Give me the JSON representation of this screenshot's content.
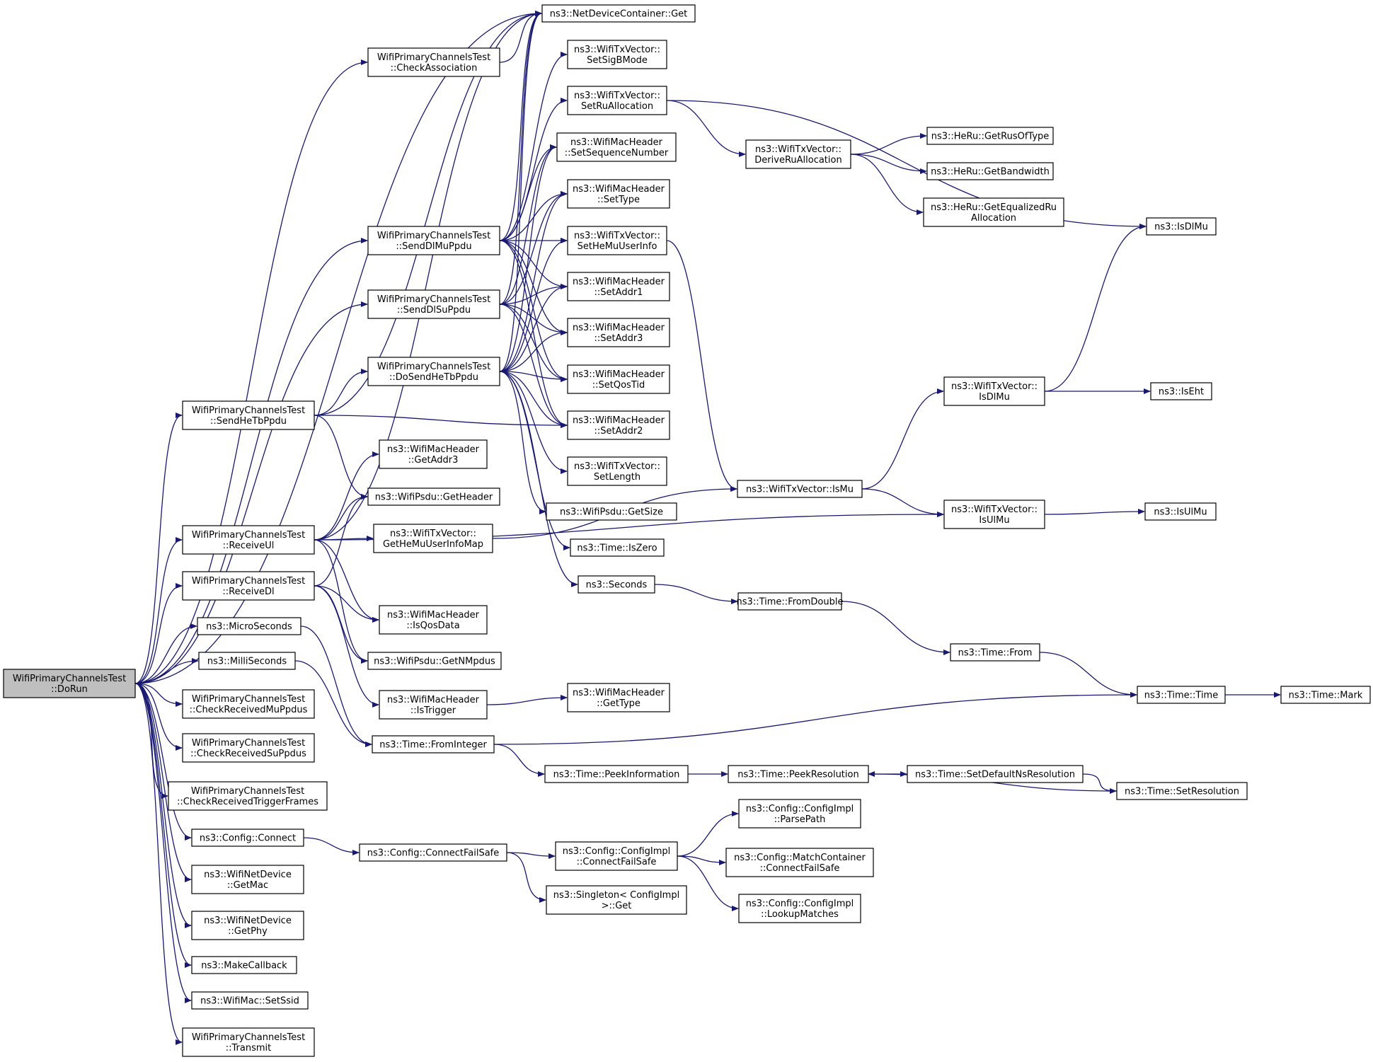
{
  "diagram": {
    "type": "call-graph",
    "colors": {
      "edge": "#191970",
      "node_border": "#000000",
      "root_fill": "#bfbfbf",
      "node_fill": "#ffffff"
    },
    "nodes": [
      {
        "id": "doRun",
        "label": [
          "WifiPrimaryChannelsTest",
          "::DoRun"
        ],
        "root": true
      },
      {
        "id": "ndcGet",
        "label": [
          "ns3::NetDeviceContainer::Get"
        ]
      },
      {
        "id": "checkAssoc",
        "label": [
          "WifiPrimaryChannelsTest",
          "::CheckAssociation"
        ]
      },
      {
        "id": "setSigB",
        "label": [
          "ns3::WifiTxVector::",
          "SetSigBMode"
        ]
      },
      {
        "id": "setRuAlloc",
        "label": [
          "ns3::WifiTxVector::",
          "SetRuAllocation"
        ]
      },
      {
        "id": "setSeq",
        "label": [
          "ns3::WifiMacHeader",
          "::SetSequenceNumber"
        ]
      },
      {
        "id": "deriveRu",
        "label": [
          "ns3::WifiTxVector::",
          "DeriveRuAllocation"
        ]
      },
      {
        "id": "getRusOfType",
        "label": [
          "ns3::HeRu::GetRusOfType"
        ]
      },
      {
        "id": "getBandwidth",
        "label": [
          "ns3::HeRu::GetBandwidth"
        ]
      },
      {
        "id": "getEqRu",
        "label": [
          "ns3::HeRu::GetEqualizedRu",
          "Allocation"
        ]
      },
      {
        "id": "setType",
        "label": [
          "ns3::WifiMacHeader",
          "::SetType"
        ]
      },
      {
        "id": "sendDlMu",
        "label": [
          "WifiPrimaryChannelsTest",
          "::SendDlMuPpdu"
        ]
      },
      {
        "id": "setHeMuUser",
        "label": [
          "ns3::WifiTxVector::",
          "SetHeMuUserInfo"
        ]
      },
      {
        "id": "isDlMuFree",
        "label": [
          "ns3::IsDlMu"
        ]
      },
      {
        "id": "setAddr1",
        "label": [
          "ns3::WifiMacHeader",
          "::SetAddr1"
        ]
      },
      {
        "id": "sendDlSu",
        "label": [
          "WifiPrimaryChannelsTest",
          "::SendDlSuPpdu"
        ]
      },
      {
        "id": "setAddr3",
        "label": [
          "ns3::WifiMacHeader",
          "::SetAddr3"
        ]
      },
      {
        "id": "doSendHeTb",
        "label": [
          "WifiPrimaryChannelsTest",
          "::DoSendHeTbPpdu"
        ]
      },
      {
        "id": "setQosTid",
        "label": [
          "ns3::WifiMacHeader",
          "::SetQosTid"
        ]
      },
      {
        "id": "txIsDlMu",
        "label": [
          "ns3::WifiTxVector::",
          "IsDlMu"
        ]
      },
      {
        "id": "isEht",
        "label": [
          "ns3::IsEht"
        ]
      },
      {
        "id": "sendHeTb",
        "label": [
          "WifiPrimaryChannelsTest",
          "::SendHeTbPpdu"
        ]
      },
      {
        "id": "setAddr2",
        "label": [
          "ns3::WifiMacHeader",
          "::SetAddr2"
        ]
      },
      {
        "id": "getAddr3",
        "label": [
          "ns3::WifiMacHeader",
          "::GetAddr3"
        ]
      },
      {
        "id": "setLength",
        "label": [
          "ns3::WifiTxVector::",
          "SetLength"
        ]
      },
      {
        "id": "isMu",
        "label": [
          "ns3::WifiTxVector::IsMu"
        ]
      },
      {
        "id": "psduGetHeader",
        "label": [
          "ns3::WifiPsdu::GetHeader"
        ]
      },
      {
        "id": "psduGetSize",
        "label": [
          "ns3::WifiPsdu::GetSize"
        ]
      },
      {
        "id": "txIsUlMu",
        "label": [
          "ns3::WifiTxVector::",
          "IsUlMu"
        ]
      },
      {
        "id": "isUlMu",
        "label": [
          "ns3::IsUlMu"
        ]
      },
      {
        "id": "receiveUl",
        "label": [
          "WifiPrimaryChannelsTest",
          "::ReceiveUl"
        ]
      },
      {
        "id": "getHeMuMap",
        "label": [
          "ns3::WifiTxVector::",
          "GetHeMuUserInfoMap"
        ]
      },
      {
        "id": "isZero",
        "label": [
          "ns3::Time::IsZero"
        ]
      },
      {
        "id": "receiveDl",
        "label": [
          "WifiPrimaryChannelsTest",
          "::ReceiveDl"
        ]
      },
      {
        "id": "seconds",
        "label": [
          "ns3::Seconds"
        ]
      },
      {
        "id": "fromDouble",
        "label": [
          "ns3::Time::FromDouble"
        ]
      },
      {
        "id": "isQosData",
        "label": [
          "ns3::WifiMacHeader",
          "::IsQosData"
        ]
      },
      {
        "id": "microSeconds",
        "label": [
          "ns3::MicroSeconds"
        ]
      },
      {
        "id": "timeFrom",
        "label": [
          "ns3::Time::From"
        ]
      },
      {
        "id": "getNMpdus",
        "label": [
          "ns3::WifiPsdu::GetNMpdus"
        ]
      },
      {
        "id": "milliSeconds",
        "label": [
          "ns3::MilliSeconds"
        ]
      },
      {
        "id": "isTrigger",
        "label": [
          "ns3::WifiMacHeader",
          "::IsTrigger"
        ]
      },
      {
        "id": "getType",
        "label": [
          "ns3::WifiMacHeader",
          "::GetType"
        ]
      },
      {
        "id": "timeTime",
        "label": [
          "ns3::Time::Time"
        ]
      },
      {
        "id": "timeMark",
        "label": [
          "ns3::Time::Mark"
        ]
      },
      {
        "id": "checkRxMu",
        "label": [
          "WifiPrimaryChannelsTest",
          "::CheckReceivedMuPpdus"
        ]
      },
      {
        "id": "fromInteger",
        "label": [
          "ns3::Time::FromInteger"
        ]
      },
      {
        "id": "checkRxSu",
        "label": [
          "WifiPrimaryChannelsTest",
          "::CheckReceivedSuPpdus"
        ]
      },
      {
        "id": "peekInfo",
        "label": [
          "ns3::Time::PeekInformation"
        ]
      },
      {
        "id": "peekRes",
        "label": [
          "ns3::Time::PeekResolution"
        ]
      },
      {
        "id": "setDefNs",
        "label": [
          "ns3::Time::SetDefaultNsResolution"
        ]
      },
      {
        "id": "setRes",
        "label": [
          "ns3::Time::SetResolution"
        ]
      },
      {
        "id": "checkRxTrig",
        "label": [
          "WifiPrimaryChannelsTest",
          "::CheckReceivedTriggerFrames"
        ]
      },
      {
        "id": "parsePath",
        "label": [
          "ns3::Config::ConfigImpl",
          "::ParsePath"
        ]
      },
      {
        "id": "cfgConnect",
        "label": [
          "ns3::Config::Connect"
        ]
      },
      {
        "id": "cfgConnectFS",
        "label": [
          "ns3::Config::ConnectFailSafe"
        ]
      },
      {
        "id": "implConnectFS",
        "label": [
          "ns3::Config::ConfigImpl",
          "::ConnectFailSafe"
        ]
      },
      {
        "id": "matchConnectFS",
        "label": [
          "ns3::Config::MatchContainer",
          "::ConnectFailSafe"
        ]
      },
      {
        "id": "getMac",
        "label": [
          "ns3::WifiNetDevice",
          "::GetMac"
        ]
      },
      {
        "id": "singletonGet",
        "label": [
          "ns3::Singleton< ConfigImpl",
          ">::Get"
        ]
      },
      {
        "id": "lookupMatches",
        "label": [
          "ns3::Config::ConfigImpl",
          "::LookupMatches"
        ]
      },
      {
        "id": "getPhy",
        "label": [
          "ns3::WifiNetDevice",
          "::GetPhy"
        ]
      },
      {
        "id": "makeCallback",
        "label": [
          "ns3::MakeCallback"
        ]
      },
      {
        "id": "setSsid",
        "label": [
          "ns3::WifiMac::SetSsid"
        ]
      },
      {
        "id": "transmit",
        "label": [
          "WifiPrimaryChannelsTest",
          "::Transmit"
        ]
      }
    ],
    "edges": [
      [
        "doRun",
        "ndcGet"
      ],
      [
        "doRun",
        "checkAssoc"
      ],
      [
        "doRun",
        "sendDlMu"
      ],
      [
        "doRun",
        "sendDlSu"
      ],
      [
        "doRun",
        "sendHeTb"
      ],
      [
        "doRun",
        "receiveUl"
      ],
      [
        "doRun",
        "receiveDl"
      ],
      [
        "doRun",
        "microSeconds"
      ],
      [
        "doRun",
        "milliSeconds"
      ],
      [
        "doRun",
        "checkRxMu"
      ],
      [
        "doRun",
        "checkRxSu"
      ],
      [
        "doRun",
        "checkRxTrig"
      ],
      [
        "doRun",
        "cfgConnect"
      ],
      [
        "doRun",
        "getMac"
      ],
      [
        "doRun",
        "getPhy"
      ],
      [
        "doRun",
        "makeCallback"
      ],
      [
        "doRun",
        "setSsid"
      ],
      [
        "doRun",
        "transmit"
      ],
      [
        "checkAssoc",
        "ndcGet"
      ],
      [
        "sendDlMu",
        "ndcGet"
      ],
      [
        "sendDlMu",
        "setSigB"
      ],
      [
        "sendDlMu",
        "setRuAlloc"
      ],
      [
        "sendDlMu",
        "setSeq"
      ],
      [
        "sendDlMu",
        "setType"
      ],
      [
        "sendDlMu",
        "setHeMuUser"
      ],
      [
        "sendDlMu",
        "setAddr1"
      ],
      [
        "sendDlMu",
        "setAddr3"
      ],
      [
        "sendDlMu",
        "setQosTid"
      ],
      [
        "sendDlMu",
        "setAddr2"
      ],
      [
        "sendDlSu",
        "ndcGet"
      ],
      [
        "sendDlSu",
        "setSeq"
      ],
      [
        "sendDlSu",
        "setType"
      ],
      [
        "sendDlSu",
        "setAddr1"
      ],
      [
        "sendDlSu",
        "setAddr3"
      ],
      [
        "sendDlSu",
        "setQosTid"
      ],
      [
        "sendDlSu",
        "setAddr2"
      ],
      [
        "doSendHeTb",
        "ndcGet"
      ],
      [
        "doSendHeTb",
        "setSeq"
      ],
      [
        "doSendHeTb",
        "setType"
      ],
      [
        "doSendHeTb",
        "setHeMuUser"
      ],
      [
        "doSendHeTb",
        "setAddr1"
      ],
      [
        "doSendHeTb",
        "setAddr3"
      ],
      [
        "doSendHeTb",
        "setQosTid"
      ],
      [
        "doSendHeTb",
        "setAddr2"
      ],
      [
        "doSendHeTb",
        "setLength"
      ],
      [
        "doSendHeTb",
        "psduGetSize"
      ],
      [
        "doSendHeTb",
        "isZero"
      ],
      [
        "doSendHeTb",
        "seconds"
      ],
      [
        "sendHeTb",
        "ndcGet"
      ],
      [
        "sendHeTb",
        "doSendHeTb"
      ],
      [
        "sendHeTb",
        "setAddr2"
      ],
      [
        "sendHeTb",
        "psduGetHeader"
      ],
      [
        "setRuAlloc",
        "deriveRu"
      ],
      [
        "setRuAlloc",
        "isDlMuFree"
      ],
      [
        "deriveRu",
        "getRusOfType"
      ],
      [
        "deriveRu",
        "getBandwidth"
      ],
      [
        "deriveRu",
        "getEqRu"
      ],
      [
        "setHeMuUser",
        "isMu"
      ],
      [
        "isMu",
        "txIsDlMu"
      ],
      [
        "isMu",
        "txIsUlMu"
      ],
      [
        "txIsDlMu",
        "isDlMuFree"
      ],
      [
        "txIsDlMu",
        "isEht"
      ],
      [
        "txIsUlMu",
        "isUlMu"
      ],
      [
        "receiveUl",
        "ndcGet"
      ],
      [
        "receiveUl",
        "getAddr3"
      ],
      [
        "receiveUl",
        "psduGetHeader"
      ],
      [
        "receiveUl",
        "getHeMuMap"
      ],
      [
        "receiveUl",
        "isQosData"
      ],
      [
        "receiveUl",
        "getNMpdus"
      ],
      [
        "receiveUl",
        "txIsUlMu"
      ],
      [
        "getHeMuMap",
        "isMu"
      ],
      [
        "receiveDl",
        "psduGetHeader"
      ],
      [
        "receiveDl",
        "isQosData"
      ],
      [
        "receiveDl",
        "getNMpdus"
      ],
      [
        "receiveDl",
        "isTrigger"
      ],
      [
        "isTrigger",
        "getType"
      ],
      [
        "seconds",
        "fromDouble"
      ],
      [
        "fromDouble",
        "timeFrom"
      ],
      [
        "timeFrom",
        "timeTime"
      ],
      [
        "microSeconds",
        "fromInteger"
      ],
      [
        "milliSeconds",
        "fromInteger"
      ],
      [
        "fromInteger",
        "timeTime"
      ],
      [
        "fromInteger",
        "peekInfo"
      ],
      [
        "timeTime",
        "timeMark"
      ],
      [
        "peekInfo",
        "peekRes"
      ],
      [
        "peekRes",
        "setDefNs"
      ],
      [
        "setDefNs",
        "setRes"
      ],
      [
        "setRes",
        "peekRes"
      ],
      [
        "cfgConnect",
        "cfgConnectFS"
      ],
      [
        "cfgConnectFS",
        "implConnectFS"
      ],
      [
        "cfgConnectFS",
        "singletonGet"
      ],
      [
        "implConnectFS",
        "parsePath"
      ],
      [
        "implConnectFS",
        "matchConnectFS"
      ],
      [
        "implConnectFS",
        "lookupMatches"
      ]
    ]
  }
}
